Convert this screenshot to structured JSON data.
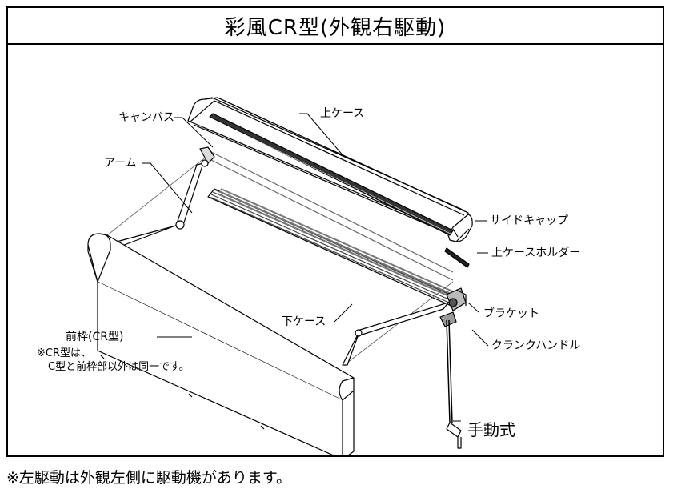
{
  "title": "彩風CR型(外観右駆動)",
  "labels": {
    "canvas": "キャンバス",
    "upper_case": "上ケース",
    "arm": "アーム",
    "side_cap": "サイドキャップ",
    "upper_case_holder": "上ケースホルダー",
    "bracket": "ブラケット",
    "lower_case": "下ケース",
    "crank_handle": "クランクハンドル",
    "front_frame": "前枠(CR型)",
    "manual": "手動式"
  },
  "note": {
    "line1": "※CR型は、",
    "line2": "C型と前枠部以外は同一です。"
  },
  "footnote": "※左駆動は外観左側に駆動機があります。"
}
